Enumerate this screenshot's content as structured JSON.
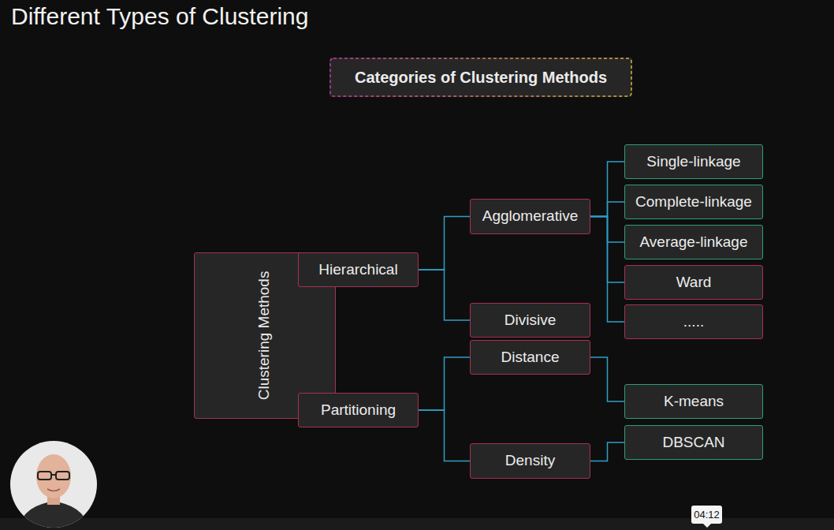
{
  "diagram": {
    "title": "Different Types of Clustering",
    "nodes": [
      {
        "text": [
          "Categories of Clustering Methods"
        ]
      },
      {
        "text": [
          "Clustering Methods"
        ]
      },
      {
        "text": [
          "Hierarchical"
        ]
      },
      {
        "text": [
          "Partitioning"
        ]
      },
      {
        "text": [
          "Agglomerative"
        ]
      },
      {
        "text": [
          "Divisive"
        ]
      },
      {
        "text": [
          "Distance"
        ]
      },
      {
        "text": [
          "Density"
        ]
      },
      {
        "text": [
          "Single-linkage"
        ]
      },
      {
        "text": [
          "Complete-linkage"
        ]
      },
      {
        "text": [
          "Average-linkage"
        ]
      },
      {
        "text": [
          "Ward"
        ]
      },
      {
        "text": [
          "....."
        ]
      },
      {
        "text": [
          "K-means"
        ]
      },
      {
        "text": [
          "DBSCAN"
        ]
      }
    ],
    "edges": [
      {
        "from": 1,
        "to": 2,
        "arrow": "none"
      },
      {
        "from": 1,
        "to": 3,
        "arrow": "none"
      },
      {
        "from": 2,
        "to": 4,
        "arrow": "none"
      },
      {
        "from": 2,
        "to": 5,
        "arrow": "none"
      },
      {
        "from": 3,
        "to": 6,
        "arrow": "none"
      },
      {
        "from": 3,
        "to": 7,
        "arrow": "none"
      },
      {
        "from": 4,
        "to": 8,
        "arrow": "none"
      },
      {
        "from": 4,
        "to": 9,
        "arrow": "none"
      },
      {
        "from": 4,
        "to": 10,
        "arrow": "none"
      },
      {
        "from": 4,
        "to": 11,
        "arrow": "none"
      },
      {
        "from": 4,
        "to": 12,
        "arrow": "none"
      },
      {
        "from": 6,
        "to": 13,
        "arrow": "none"
      },
      {
        "from": 7,
        "to": 14,
        "arrow": "none"
      }
    ],
    "labels": [
      "04:12"
    ]
  }
}
